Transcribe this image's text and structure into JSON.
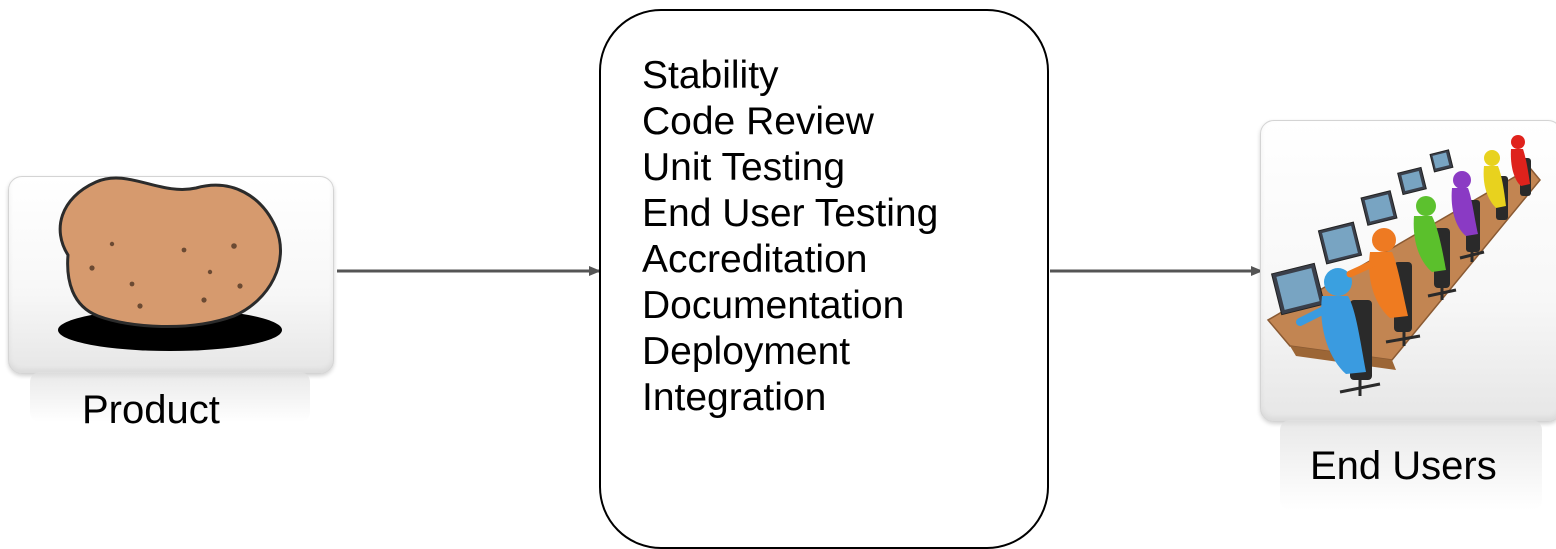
{
  "product": {
    "label": "Product",
    "icon": "potato-icon"
  },
  "process": {
    "steps": [
      "Stability",
      "Code Review",
      "Unit Testing",
      "End User Testing",
      "Accreditation",
      "Documentation",
      "Deployment",
      "Integration"
    ]
  },
  "end_users": {
    "label": "End Users",
    "icon": "people-at-computers-icon"
  },
  "colors": {
    "arrow": "#555555",
    "potato": "#d69a6e",
    "potato_outline": "#2b2b2b",
    "shadow": "#000000"
  }
}
